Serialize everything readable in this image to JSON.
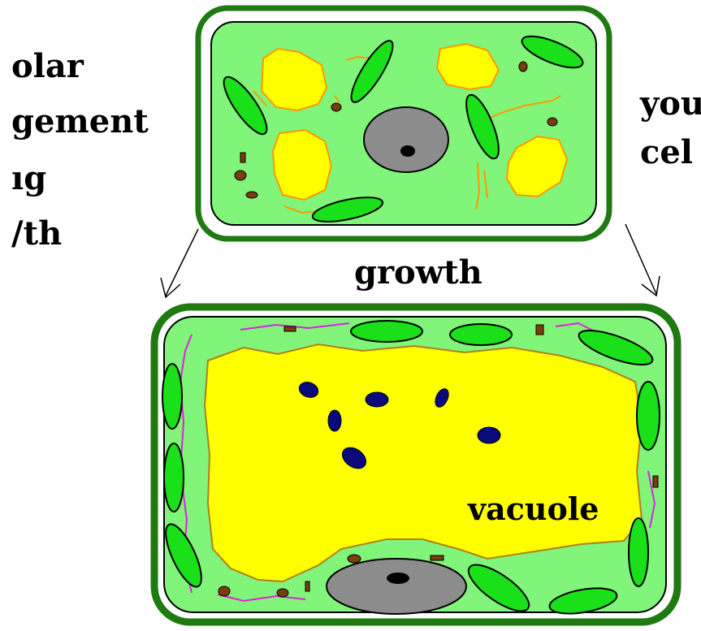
{
  "labels": {
    "left_text": [
      "olar",
      "gement",
      "ıg",
      "/th"
    ],
    "right_text": [
      "you",
      "cel"
    ],
    "arrow_label": "growth",
    "vacuole_label": "vacuole"
  },
  "colors": {
    "cell_wall": "#1f7a12",
    "cytoplasm": "#80f57a",
    "chloroplast": "#19e019",
    "nucleus": "#8c8c8c",
    "vacuole": "#ffff00",
    "vacuole_edge": "#ff9900",
    "organelle_brown": "#7a3d0d",
    "organelle_blue": "#0a0a7a",
    "membrane_line": "#e020e0"
  }
}
